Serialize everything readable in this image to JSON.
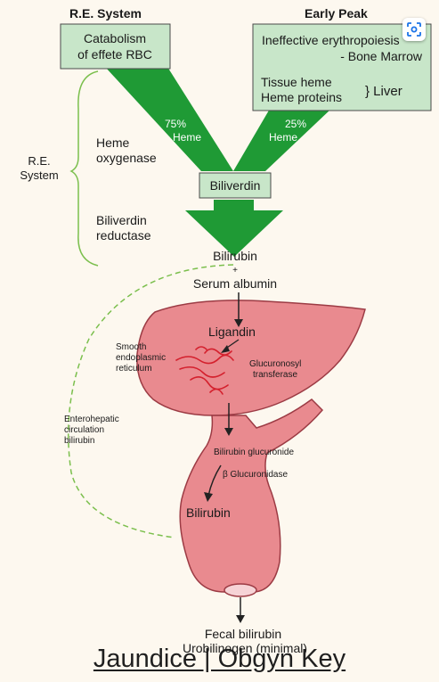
{
  "headers": {
    "left": "R.E. System",
    "right": "Early Peak"
  },
  "boxes": {
    "catabolism": [
      "Catabolism",
      "of effete RBC"
    ],
    "ineffective": [
      "Ineffective erythropoiesis",
      "- Bone Marrow"
    ],
    "tissue_heme": [
      "Tissue heme",
      "Heme proteins"
    ],
    "liver_brace": "} Liver",
    "biliverdin": "Biliverdin"
  },
  "arrow_labels": {
    "left_pct": "75%",
    "left_heme": "Heme",
    "right_pct": "25%",
    "right_heme": "Heme"
  },
  "side_labels": {
    "re_system": [
      "R.E.",
      "System"
    ],
    "heme_oxygenase": [
      "Heme",
      "oxygenase"
    ],
    "biliverdin_reductase": [
      "Biliverdin",
      "reductase"
    ],
    "enterohepatic": [
      "Enterohepatic",
      "circulation",
      "bilirubin"
    ]
  },
  "center": {
    "bilirubin": "Bilirubin",
    "plus": "+",
    "serum_albumin": "Serum albumin"
  },
  "liver": {
    "ligandin": "Ligandin",
    "smooth_er": [
      "Smooth",
      "endoplasmic",
      "reticulum"
    ],
    "transferase": [
      "Glucuronosyl",
      "transferase"
    ]
  },
  "gut": {
    "bilirubin_glucuronide": "Bilirubin glucuronide",
    "beta_glucuronidase": "β Glucuronidase",
    "bilirubin": "Bilirubin"
  },
  "output": {
    "fecal": "Fecal bilirubin",
    "urobilinogen": "Urobilinogen (minimal)"
  },
  "caption": "Jaundice | Obgyn Key",
  "colors": {
    "arrow_green": "#1f9a35",
    "box_fill": "#c8e6c9",
    "organ_fill": "#e98a8f",
    "organ_stroke": "#9c3b44",
    "er_red": "#d4202d",
    "dash_green": "#7bbf4d"
  }
}
